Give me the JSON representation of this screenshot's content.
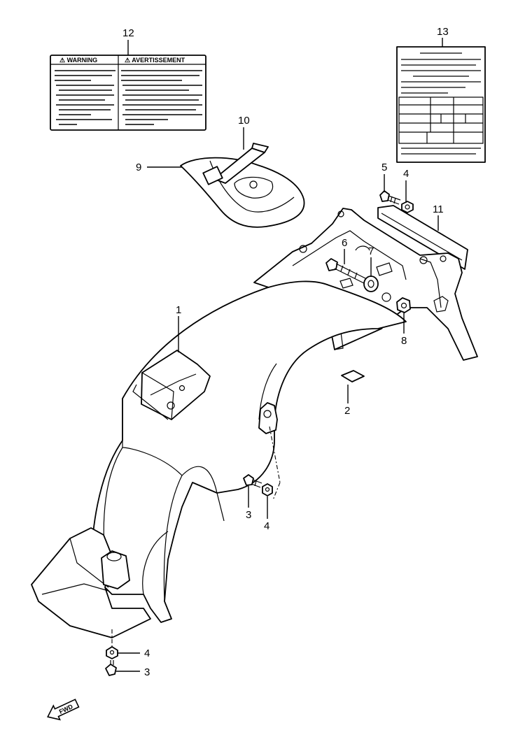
{
  "callouts": {
    "c1": "1",
    "c2": "2",
    "c3a": "3",
    "c3b": "3",
    "c4a": "4",
    "c4b": "4",
    "c4c": "4",
    "c5": "5",
    "c6": "6",
    "c7": "7",
    "c8": "8",
    "c9": "9",
    "c10": "10",
    "c11": "11",
    "c12": "12",
    "c13": "13"
  },
  "warning_label": {
    "left_title": "WARNING",
    "right_title": "AVERTISSEMENT"
  },
  "direction_badge": "FWD"
}
